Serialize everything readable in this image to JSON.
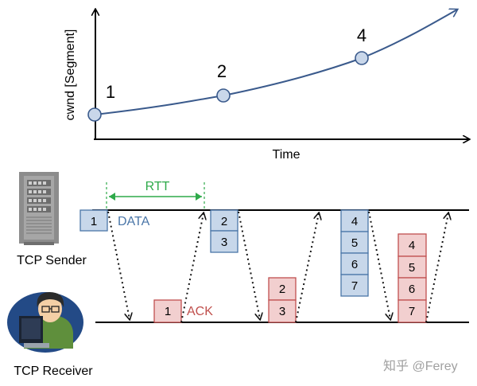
{
  "chart": {
    "ylabel": "cwnd [Segment]",
    "xlabel": "Time",
    "point_labels": [
      "1",
      "2",
      "4"
    ]
  },
  "sequence": {
    "sender_label": "TCP Sender",
    "receiver_label": "TCP Receiver",
    "rtt_label": "RTT",
    "data_label": "DATA",
    "ack_label": "ACK",
    "sender_groups": [
      [
        "1"
      ],
      [
        "2",
        "3"
      ],
      [
        "4",
        "5",
        "6",
        "7"
      ]
    ],
    "receiver_groups": [
      [
        "1"
      ],
      [
        "2",
        "3"
      ],
      [
        "4",
        "5",
        "6",
        "7"
      ]
    ]
  },
  "watermark": "知乎 @Ferey",
  "colors": {
    "curve": "#3a5a8c",
    "point_fill": "#c9d7ea",
    "data_box_fill": "#c7d7ea",
    "data_box_stroke": "#4a76a8",
    "data_text": "#4a76a8",
    "ack_box_fill": "#f2cfcf",
    "ack_box_stroke": "#c05050",
    "ack_text": "#c0504d",
    "rtt": "#2eaa4a"
  }
}
